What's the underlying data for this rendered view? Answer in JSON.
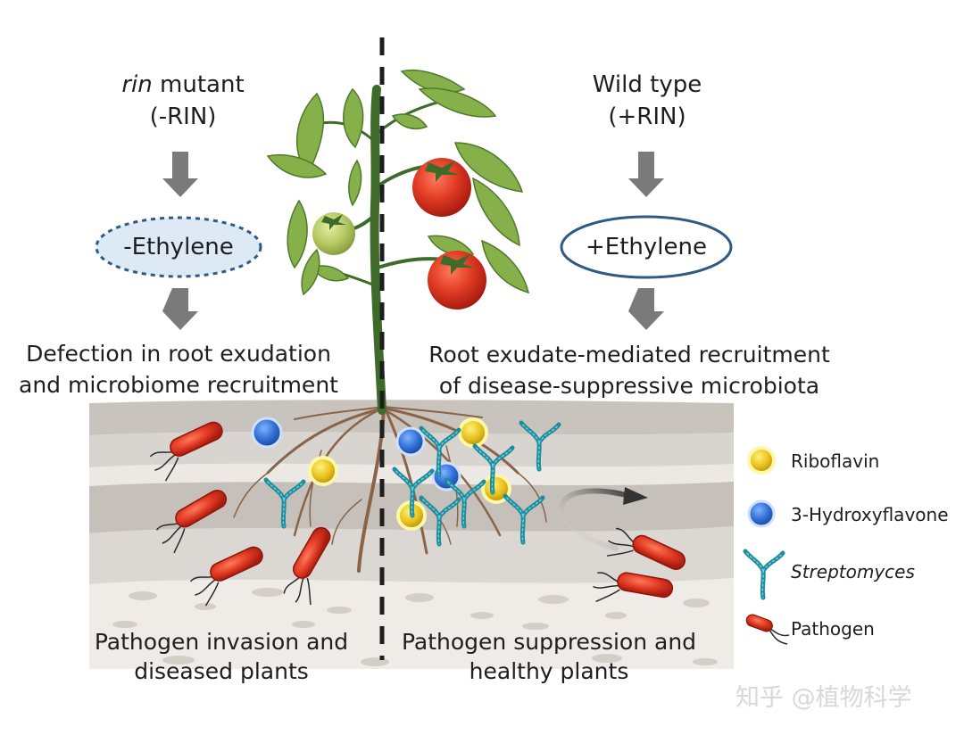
{
  "left": {
    "title_italic": "rin",
    "title_rest": " mutant",
    "subtitle": "(-RIN)",
    "ethylene": "-Ethylene",
    "effect_line1": "Defection in root exudation",
    "effect_line2": "and microbiome recruitment",
    "bottom_line1": "Pathogen invasion and",
    "bottom_line2": "diseased plants"
  },
  "right": {
    "title": "Wild type",
    "subtitle": "(+RIN)",
    "ethylene": "+Ethylene",
    "effect_line1": "Root exudate-mediated recruitment",
    "effect_line2": "of disease-suppressive microbiota",
    "bottom_line1": "Pathogen suppression and",
    "bottom_line2": "healthy plants"
  },
  "legend": [
    {
      "icon": "riboflavin-icon",
      "label": "Riboflavin"
    },
    {
      "icon": "hydroxyflavone-icon",
      "label": "3-Hydroxyflavone"
    },
    {
      "icon": "streptomyces-icon",
      "label": "Streptomyces"
    },
    {
      "icon": "pathogen-icon",
      "label": "Pathogen"
    }
  ],
  "watermark": "知乎 @植物科学",
  "colors": {
    "arrow": "#7a7a7a",
    "ellipse_left_fill": "#dde9f4",
    "ellipse_border": "#2e5a85",
    "riboflavin": "#e8c21c",
    "hydroxyflavone": "#2f6fd6",
    "streptomyces": "#1e8c9c",
    "pathogen": "#d41818",
    "root": "#8a6448",
    "stem": "#3f6b2a"
  }
}
